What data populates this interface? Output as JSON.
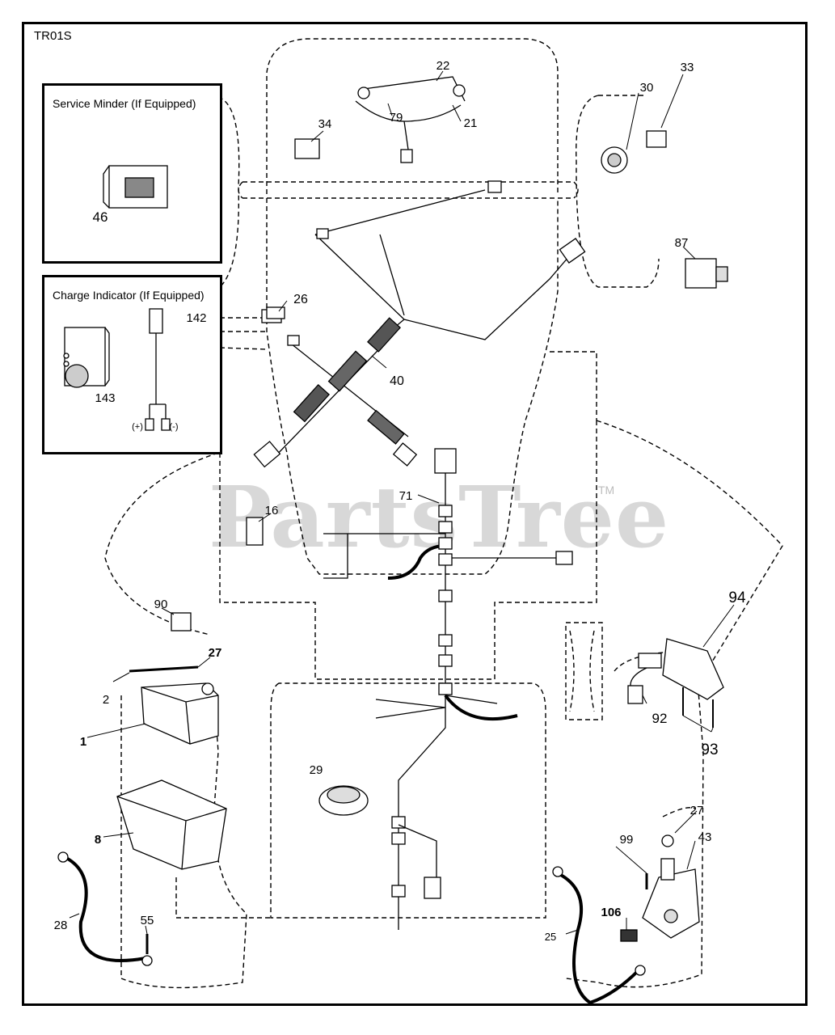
{
  "sheet_id": "TR01S",
  "callouts": {
    "service_minder": "Service Minder (If Equipped)",
    "charge_indicator": "Charge Indicator (If Equipped)"
  },
  "polarity": {
    "positive": "(+)",
    "negative": "(-)"
  },
  "part_labels": {
    "p22": "22",
    "p79": "79",
    "p21": "21",
    "p34": "34",
    "p30": "30",
    "p33": "33",
    "p87": "87",
    "p46": "46",
    "p142": "142",
    "p143": "143",
    "p26": "26",
    "p40": "40",
    "p71": "71",
    "p16": "16",
    "p90": "90",
    "p27a": "27",
    "p2": "2",
    "p1": "1",
    "p8": "8",
    "p29": "29",
    "p94": "94",
    "p92": "92",
    "p93": "93",
    "p27b": "27",
    "p43": "43",
    "p99": "99",
    "p106": "106",
    "p25": "25",
    "p28": "28",
    "p55": "55"
  },
  "watermark": {
    "text": "PartsTree",
    "trademark": "TM"
  }
}
